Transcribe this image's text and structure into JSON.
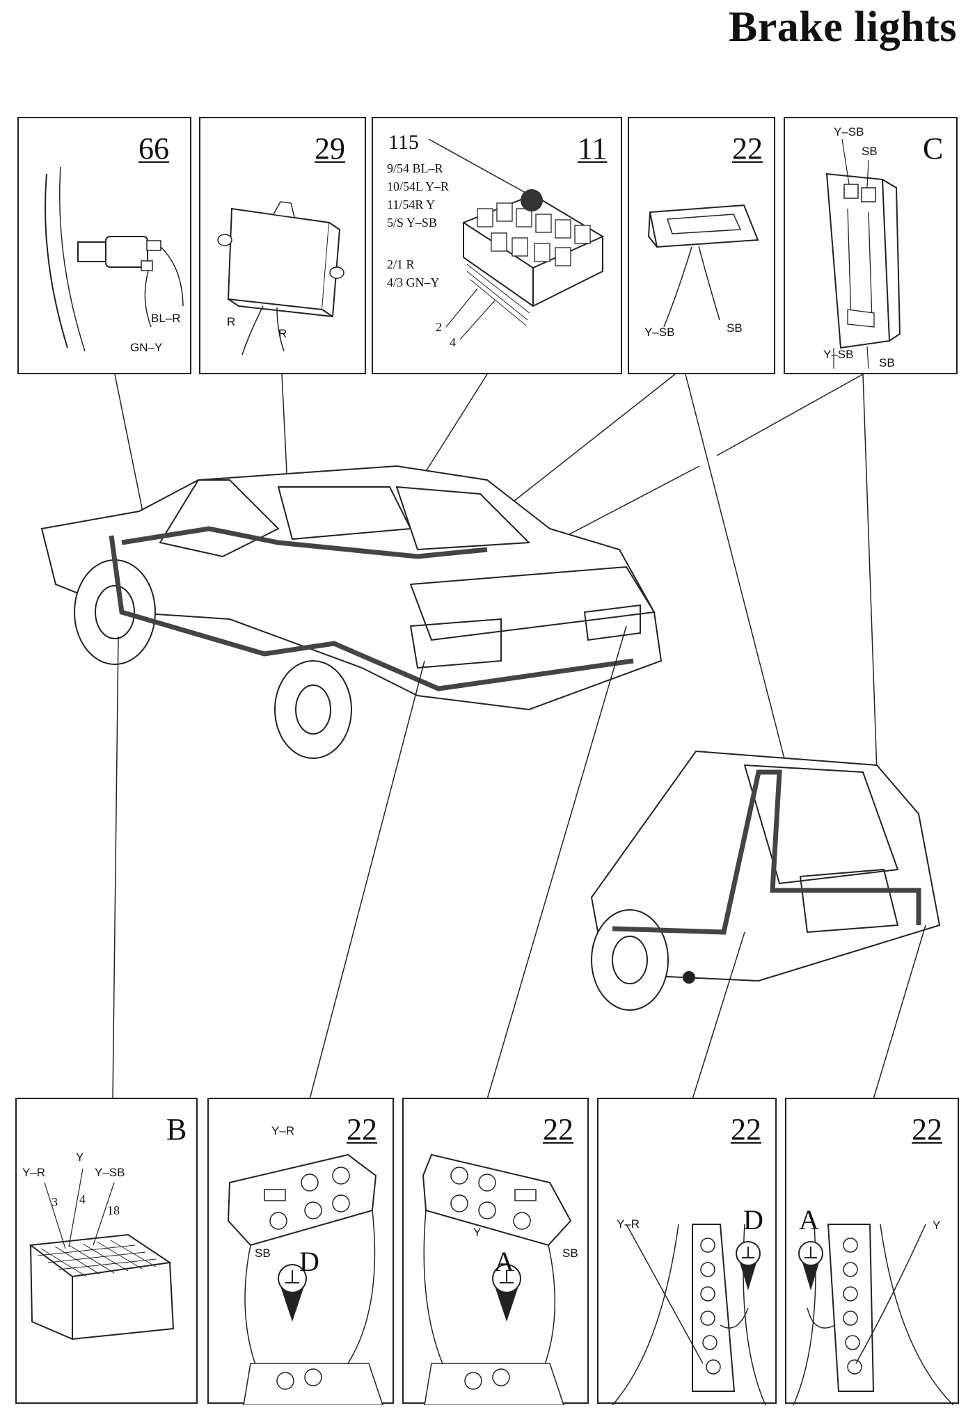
{
  "page": {
    "title": "Brake lights"
  },
  "panels": {
    "p66": {
      "number": "66",
      "wires": [
        "BL–R",
        "GN–Y"
      ]
    },
    "p29": {
      "number": "29",
      "wires": [
        "R",
        "R"
      ]
    },
    "p11": {
      "number": "11",
      "callout": "115",
      "pins": [
        "9/54 BL–R",
        "10/54L Y–R",
        "11/54R Y",
        "5/S Y–SB",
        "2/1 R",
        "4/3 GN–Y"
      ],
      "fuse_numbers": [
        "2",
        "4"
      ]
    },
    "p22top": {
      "number": "22",
      "wires": [
        "Y–SB",
        "SB"
      ]
    },
    "pC": {
      "letter": "C",
      "wires_top": [
        "Y–SB",
        "SB"
      ],
      "wires_bottom": [
        "Y–SB",
        "SB"
      ]
    },
    "pB": {
      "letter": "B",
      "wires": [
        "Y–R",
        "Y",
        "Y–SB"
      ],
      "pins": [
        "3",
        "4",
        "18"
      ]
    },
    "p22a": {
      "number": "22",
      "wires": [
        "Y–R",
        "SB"
      ],
      "ground": "D"
    },
    "p22b": {
      "number": "22",
      "wires": [
        "Y",
        "SB"
      ],
      "ground": "A"
    },
    "p22c": {
      "number": "22",
      "wires": [
        "Y–R"
      ],
      "ground": "D"
    },
    "p22d": {
      "number": "22",
      "wires": [
        "Y"
      ],
      "ground": "A"
    }
  }
}
